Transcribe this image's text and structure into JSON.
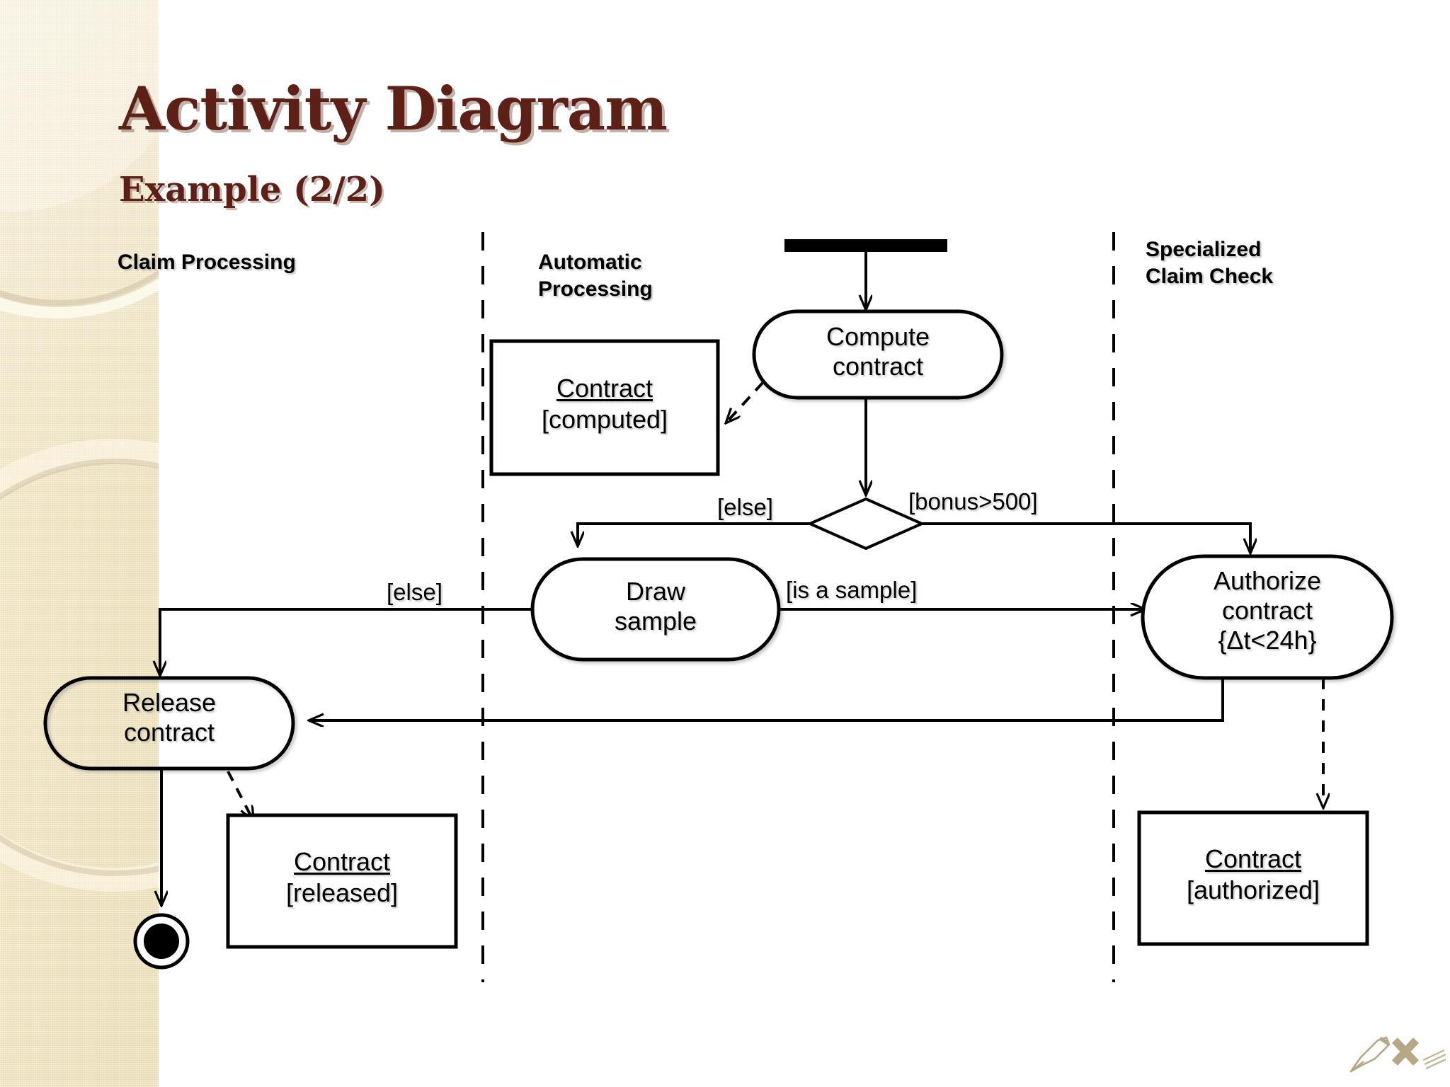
{
  "slide": {
    "title": "Activity Diagram",
    "subtitle": "Example (2/2)",
    "title_color": "#5C2017",
    "panel_color": "#ECE0BB",
    "background": "#FFFFFF"
  },
  "swimlanes": [
    {
      "id": "claim-processing",
      "label": "Claim Processing"
    },
    {
      "id": "automatic-processing",
      "label": "Automatic\nProcessing"
    },
    {
      "id": "specialized-claim-check",
      "label": "Specialized\nClaim Check"
    }
  ],
  "diagram": {
    "type": "uml-activity-diagram",
    "nodes": [
      {
        "id": "initial-bar",
        "kind": "initial-bar",
        "label": ""
      },
      {
        "id": "compute-contract",
        "kind": "action",
        "label": "Compute\ncontract",
        "lane": "automatic-processing"
      },
      {
        "id": "decision",
        "kind": "decision",
        "label": "",
        "lane": "automatic-processing"
      },
      {
        "id": "draw-sample",
        "kind": "action",
        "label": "Draw\nsample",
        "lane": "automatic-processing"
      },
      {
        "id": "authorize-contract",
        "kind": "action",
        "label": "Authorize\ncontract\n{Δt<24h}",
        "lane": "specialized-claim-check"
      },
      {
        "id": "release-contract",
        "kind": "action",
        "label": "Release\ncontract",
        "lane": "claim-processing"
      },
      {
        "id": "final-node",
        "kind": "final",
        "label": "",
        "lane": "claim-processing"
      }
    ],
    "objects": [
      {
        "id": "contract-computed",
        "name": "Contract",
        "state": "[computed]",
        "lane": "automatic-processing"
      },
      {
        "id": "contract-released",
        "name": "Contract",
        "state": "[released]",
        "lane": "claim-processing"
      },
      {
        "id": "contract-authorized",
        "name": "Contract",
        "state": "[authorized]",
        "lane": "specialized-claim-check"
      }
    ],
    "edge_labels": [
      {
        "id": "guard-else-decision",
        "text": "[else]",
        "from": "decision",
        "to": "draw-sample"
      },
      {
        "id": "guard-bonus",
        "text": "[bonus>500]",
        "from": "decision",
        "to": "authorize-contract"
      },
      {
        "id": "guard-is-a-sample",
        "text": "[is a sample]",
        "from": "draw-sample",
        "to": "authorize-contract"
      },
      {
        "id": "guard-else-sample",
        "text": "[else]",
        "from": "draw-sample",
        "to": "release-contract"
      }
    ]
  },
  "decoration": {
    "pen_icon": "pen-nib-icon",
    "x_icon": "x-mark-icon"
  }
}
